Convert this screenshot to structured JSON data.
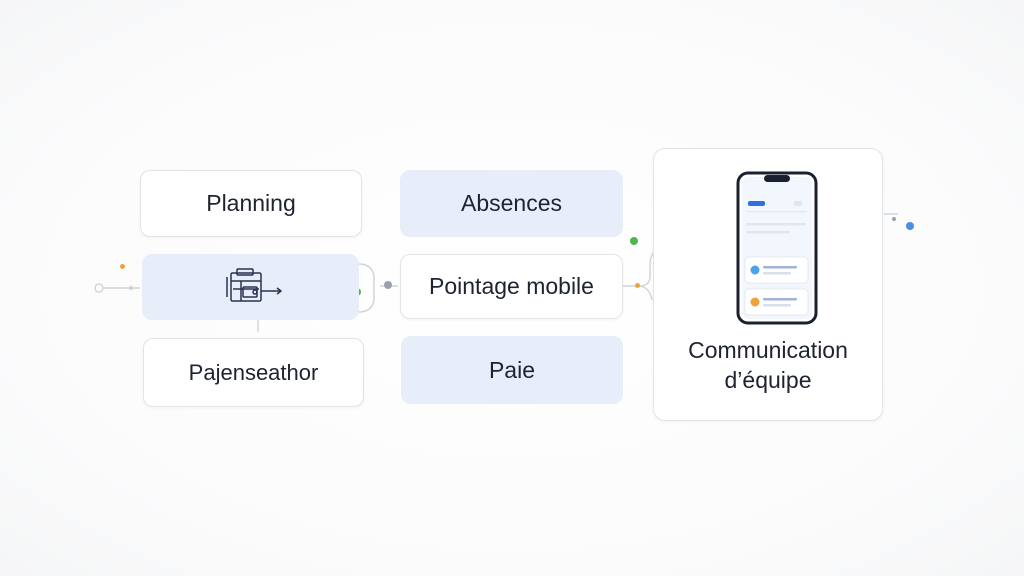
{
  "diagram": {
    "modules": {
      "planning": "Planning",
      "pajen": "Pajenseathor",
      "absences": "Absences",
      "pointage": "Pointage mobile",
      "paie": "Paie",
      "communication_line1": "Communication",
      "communication_line2": "d’équipe"
    },
    "icons": {
      "scheduler": "scheduler-board-icon",
      "phone": "smartphone-app-icon"
    },
    "colors": {
      "card_fill": "#e7edf9",
      "card_border": "#e1e4e9",
      "text": "#1e2330",
      "icon_stroke": "#2a3150",
      "accent_blue": "#4a8ee8",
      "accent_orange": "#f0a33a",
      "accent_green": "#4cb84c",
      "accent_red": "#d9262b",
      "connector": "#cfd3da"
    }
  }
}
